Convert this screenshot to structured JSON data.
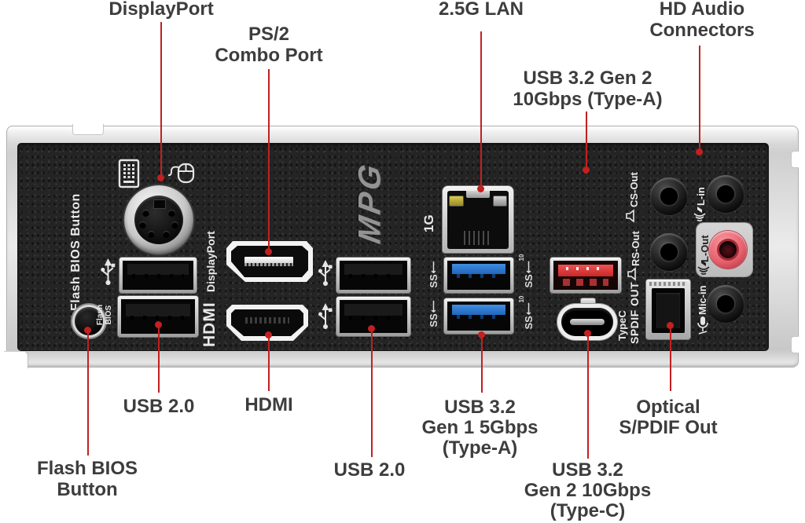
{
  "colors": {
    "callout_red": "#c32020",
    "label_text": "#3d3d3d",
    "panel_black": "#242424",
    "bracket_silver": "#d8d8d8",
    "usb3_blue": "#3f8ee2",
    "usb32_gen2_red": "#e04a46",
    "audio_pink": "#ee6d79",
    "led_yellow": "#c3b23f"
  },
  "callouts": {
    "displayport": {
      "lines": [
        "DisplayPort"
      ]
    },
    "ps2_combo": {
      "lines": [
        "PS/2",
        "Combo Port"
      ]
    },
    "lan": {
      "lines": [
        "2.5G LAN"
      ]
    },
    "usb32_gen2_a": {
      "lines": [
        "USB 3.2 Gen 2",
        "10Gbps (Type-A)"
      ]
    },
    "hd_audio": {
      "lines": [
        "HD Audio",
        "Connectors"
      ]
    },
    "usb20_left": {
      "lines": [
        "USB 2.0"
      ]
    },
    "hdmi": {
      "lines": [
        "HDMI"
      ]
    },
    "flash_bios": {
      "lines": [
        "Flash BIOS",
        "Button"
      ]
    },
    "usb20_mid": {
      "lines": [
        "USB 2.0"
      ]
    },
    "usb32_gen1_a": {
      "lines": [
        "USB 3.2",
        "Gen 1 5Gbps",
        "(Type-A)"
      ]
    },
    "usb32_gen2_c": {
      "lines": [
        "USB 3.2",
        "Gen 2 10Gbps",
        "(Type-C)"
      ]
    },
    "optical": {
      "lines": [
        "Optical",
        "S/PDIF Out"
      ]
    }
  },
  "panel_text": {
    "flash_bios_button": "Flash BIOS Button",
    "flash_small_1": "Flash",
    "flash_small_2": "BIOS",
    "displayport": "DisplayPort",
    "hdmi": "HDMI",
    "logo": "MPG",
    "lan_speed": "1G",
    "ss": "SS",
    "ss_arrow": "⟵",
    "ss10_sup": "10",
    "typec": "TypeC",
    "spdif_out": "SPDIF OUT",
    "cs_out": "CS-Out",
    "rs_out": "RS-Out",
    "l_in": "L-in",
    "l_out": "L-Out",
    "mic_in": "Mic-in"
  }
}
